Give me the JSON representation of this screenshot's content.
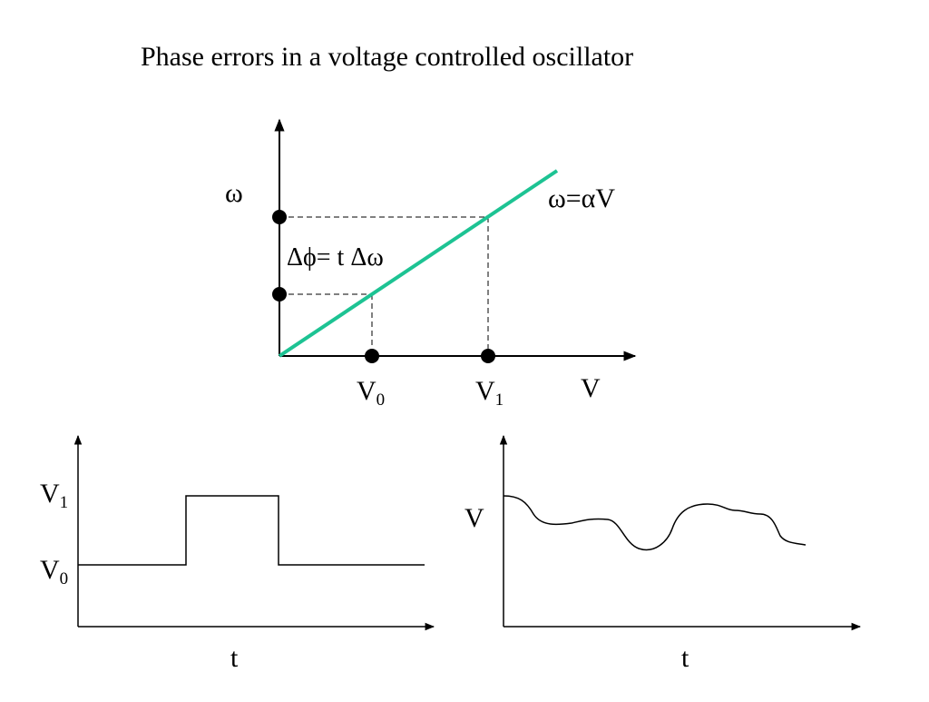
{
  "slide": {
    "title": "Phase errors in a voltage controlled oscillator"
  },
  "top_graph": {
    "y_axis_label": "ω",
    "x_axis_label": "V",
    "line_label": "ω=αV",
    "delta_label": "Δϕ= t Δω",
    "v0_main": "V",
    "v0_sub": "0",
    "v1_main": "V",
    "v1_sub": "1",
    "line_color": "#1dc393"
  },
  "bottom_left_graph": {
    "x_axis_label": "t",
    "v1_main": "V",
    "v1_sub": "1",
    "v0_main": "V",
    "v0_sub": "0"
  },
  "bottom_right_graph": {
    "y_axis_label": "V",
    "x_axis_label": "t"
  }
}
